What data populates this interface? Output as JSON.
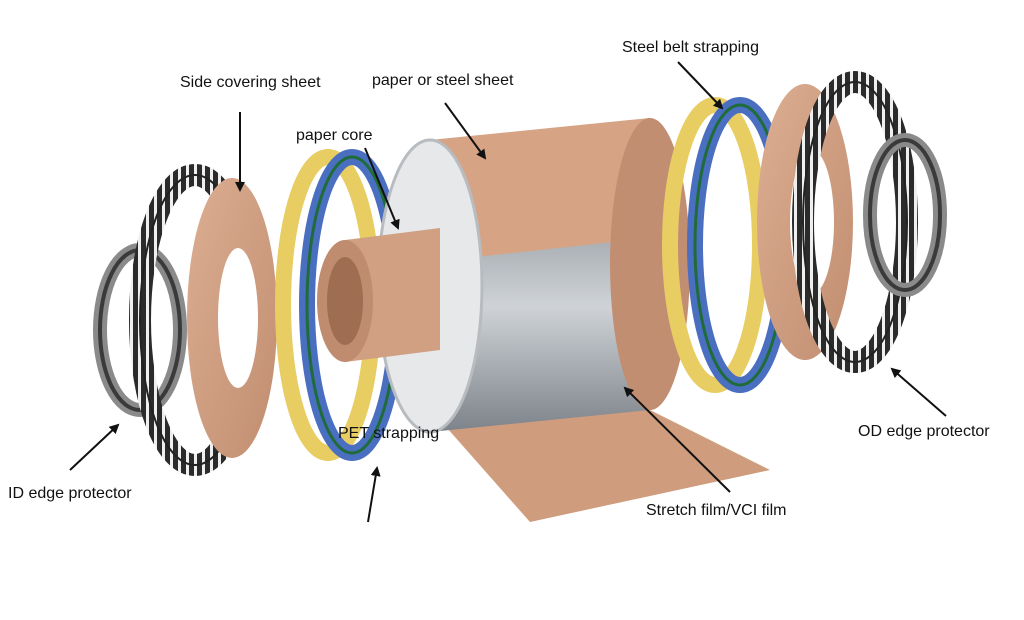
{
  "labels": {
    "steel_belt_strapping": "Steel belt strapping",
    "side_covering_sheet": "Side covering sheet",
    "paper_or_steel_sheet": "paper or steel sheet",
    "paper_core": "paper core",
    "pet_strapping": "PET strapping",
    "od_edge_protector": "OD edge protector",
    "id_edge_protector": "ID edge protector",
    "stretch_film": "Stretch film/VCI film"
  },
  "colors": {
    "kraft": "#cf9c7e",
    "kraft_dark": "#b7846a",
    "steel_blue": "#4a6fc0",
    "pet_yellow": "#e8cd63",
    "protector": "#2b2b2b",
    "film": "#c9cdd2"
  }
}
